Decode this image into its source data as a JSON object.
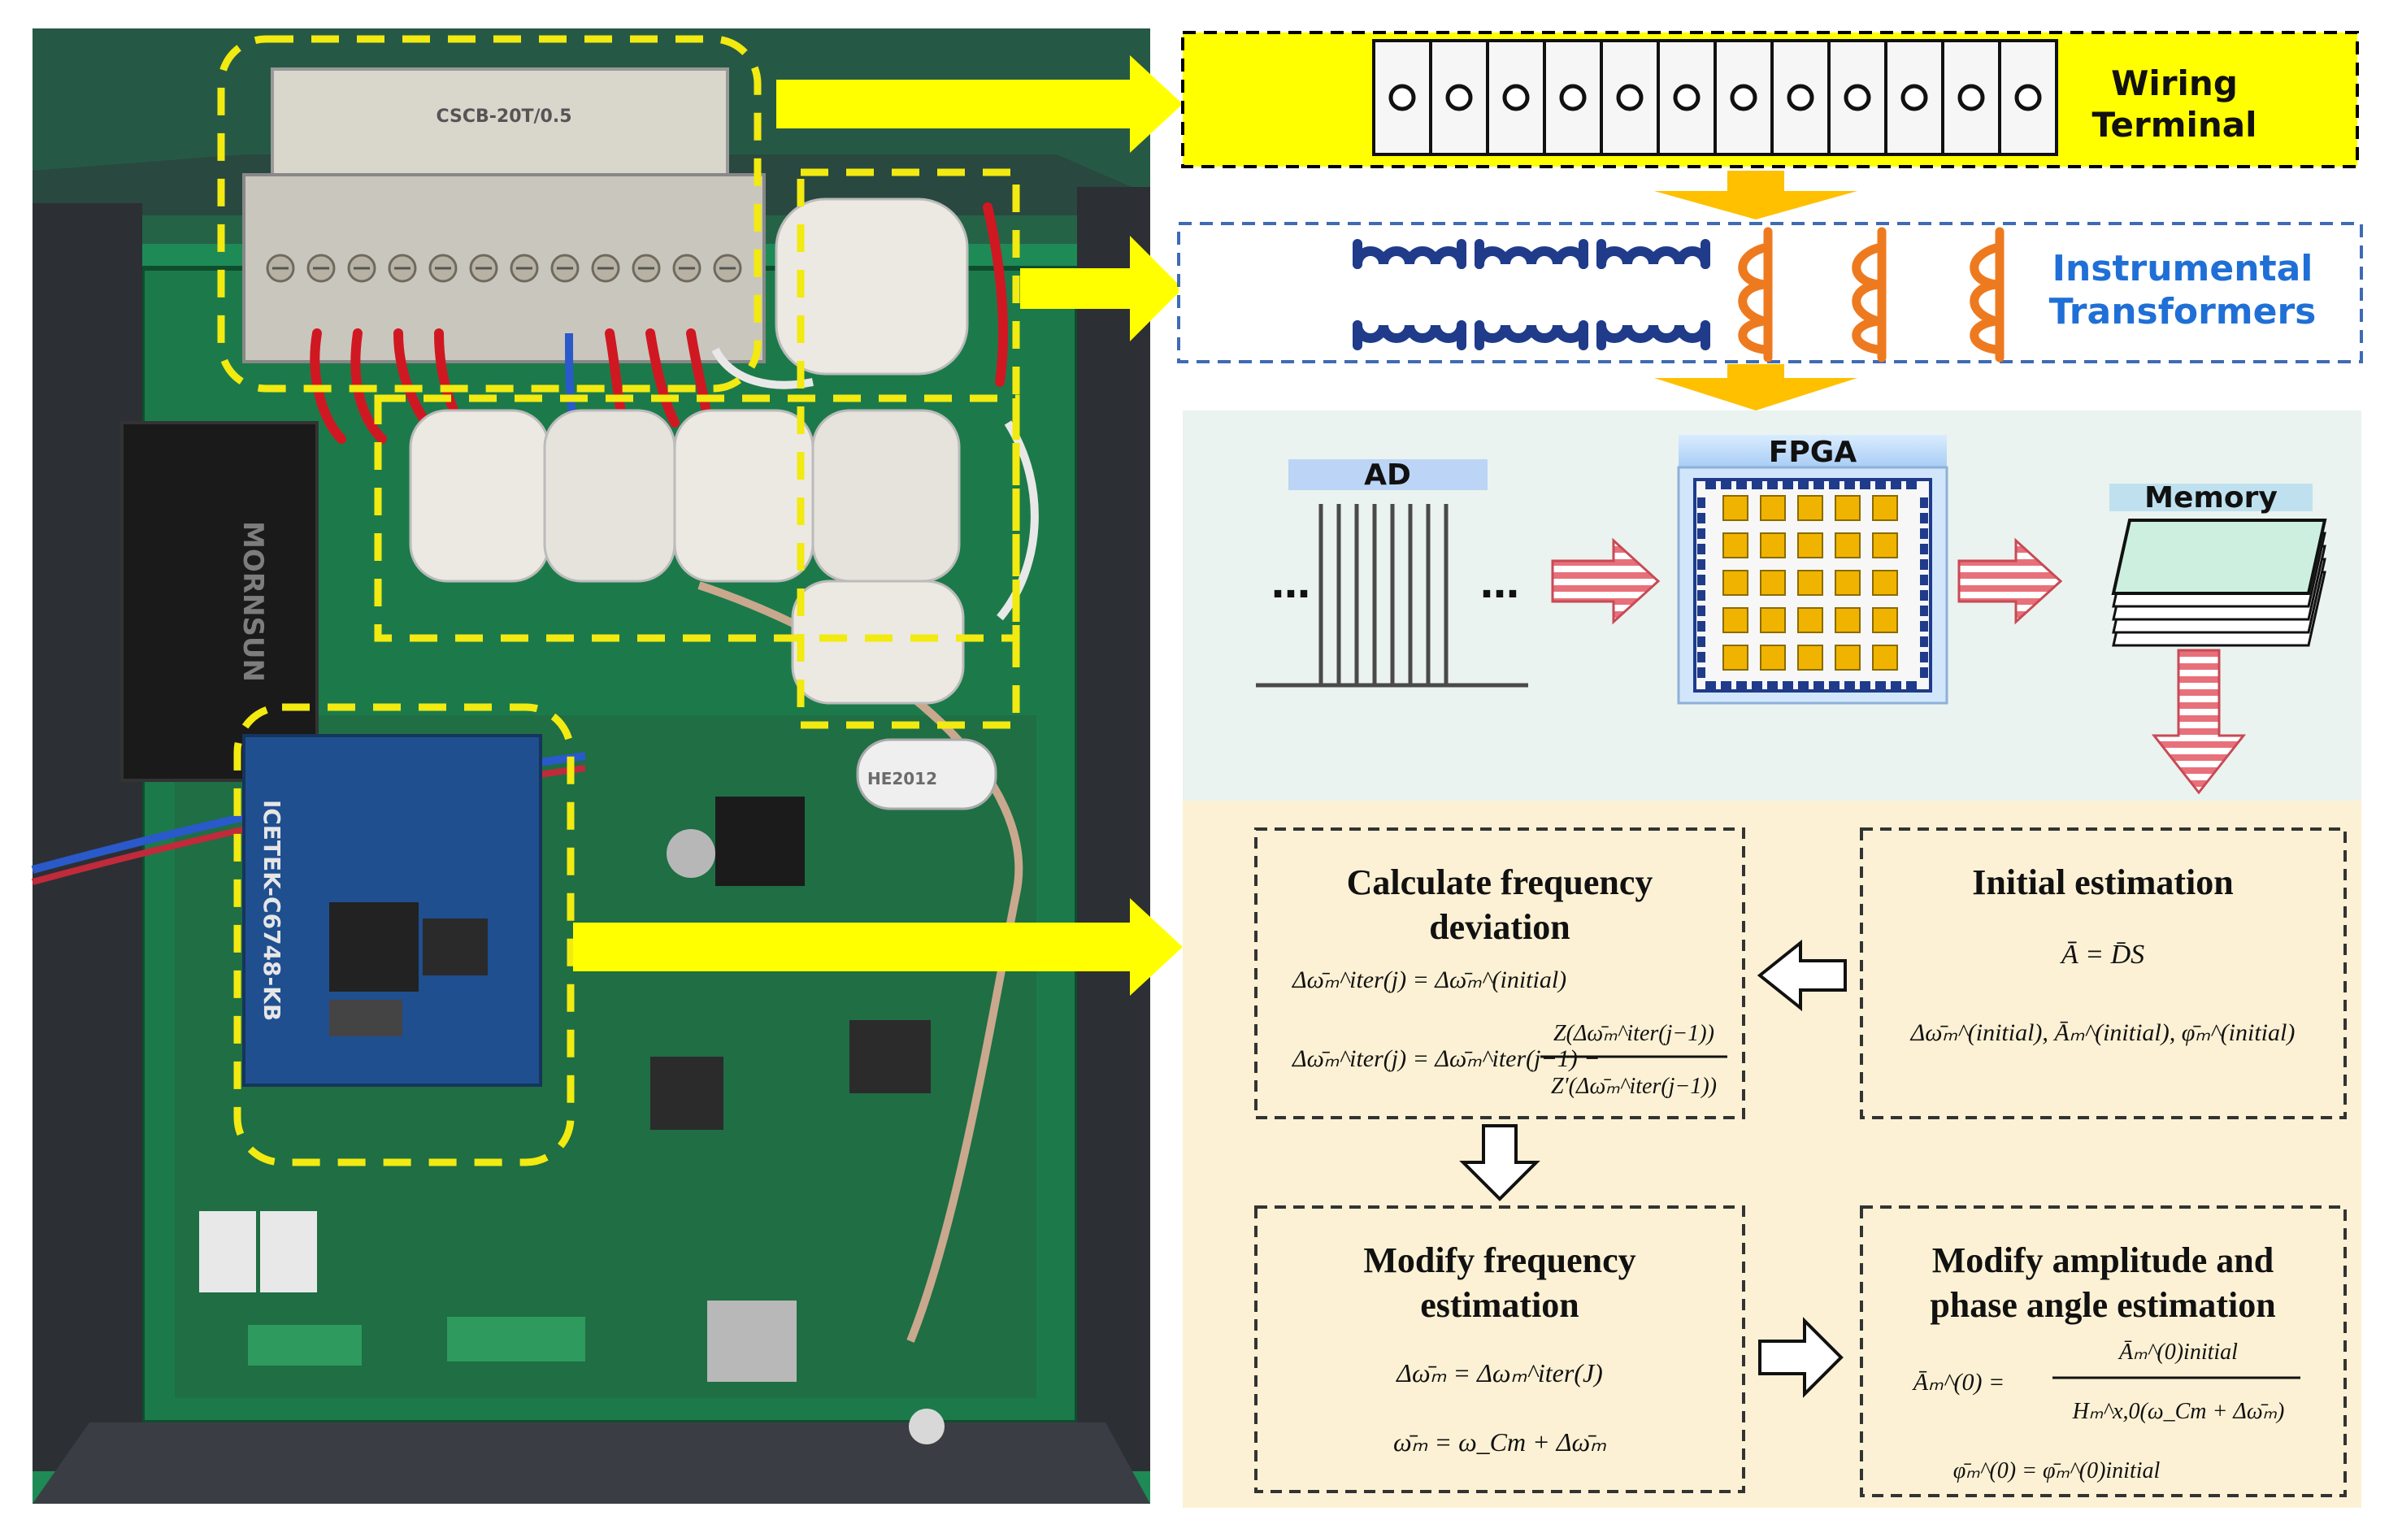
{
  "figure": {
    "wiring_terminal_label": [
      "Wiring",
      "Terminal"
    ],
    "instrument_transformers_label": [
      "Instrumental",
      "Transformers"
    ],
    "ad_label": "AD",
    "fpga_label": "FPGA",
    "memory_label": "Memory",
    "ellipsis": "…",
    "boxes": {
      "calc": {
        "title": [
          "Calculate frequency",
          "deviation"
        ],
        "eq1": "Δω̄ₘ^iter(j) = Δω̄ₘ^(initial)",
        "eq2_left": "Δω̄ₘ^iter(j) = Δω̄ₘ^iter(j−1) −",
        "eq2_num": "Z(Δω̄ₘ^iter(j−1))",
        "eq2_den": "Z′(Δω̄ₘ^iter(j−1))"
      },
      "initial": {
        "title": [
          "Initial estimation"
        ],
        "eq1": "Ā = D̄S",
        "eq2": "Δω̄ₘ^(initial),  Āₘ^(initial),  φ̄ₘ^(initial)"
      },
      "modfreq": {
        "title": [
          "Modify frequency",
          "estimation"
        ],
        "eq1": "Δω̄ₘ = Δωₘ^iter(J)",
        "eq2": "ω̄ₘ = ω_Cm + Δω̄ₘ"
      },
      "modamp": {
        "title": [
          "Modify amplitude and",
          "phase angle estimation"
        ],
        "eq1_left": "Āₘ^(0) =",
        "eq1_num": "Āₘ^(0)initial",
        "eq1_den": "Hₘ^x,0(ω_Cm + Δω̄ₘ)",
        "eq2": "φ̄ₘ^(0) = φ̄ₘ^(0)initial"
      }
    },
    "photo_pcb_texts": [
      "CSCB-20T/0.5",
      "ICETEK-C6748-KB",
      "MORNSUN",
      "HE2012"
    ],
    "colors": {
      "yellow": "#ffff00",
      "dash_yellow": "#f2ea10",
      "transformer_blue": "#1f3b8a",
      "transformer_orange": "#ee7a20",
      "label_blue": "#1f6fd6",
      "orange_arrow": "#ffc000",
      "ad_fpga_bg": "#eaf3ef",
      "estimation_bg": "#fcf1d4",
      "pcb_green": "#1c7a4a"
    }
  }
}
